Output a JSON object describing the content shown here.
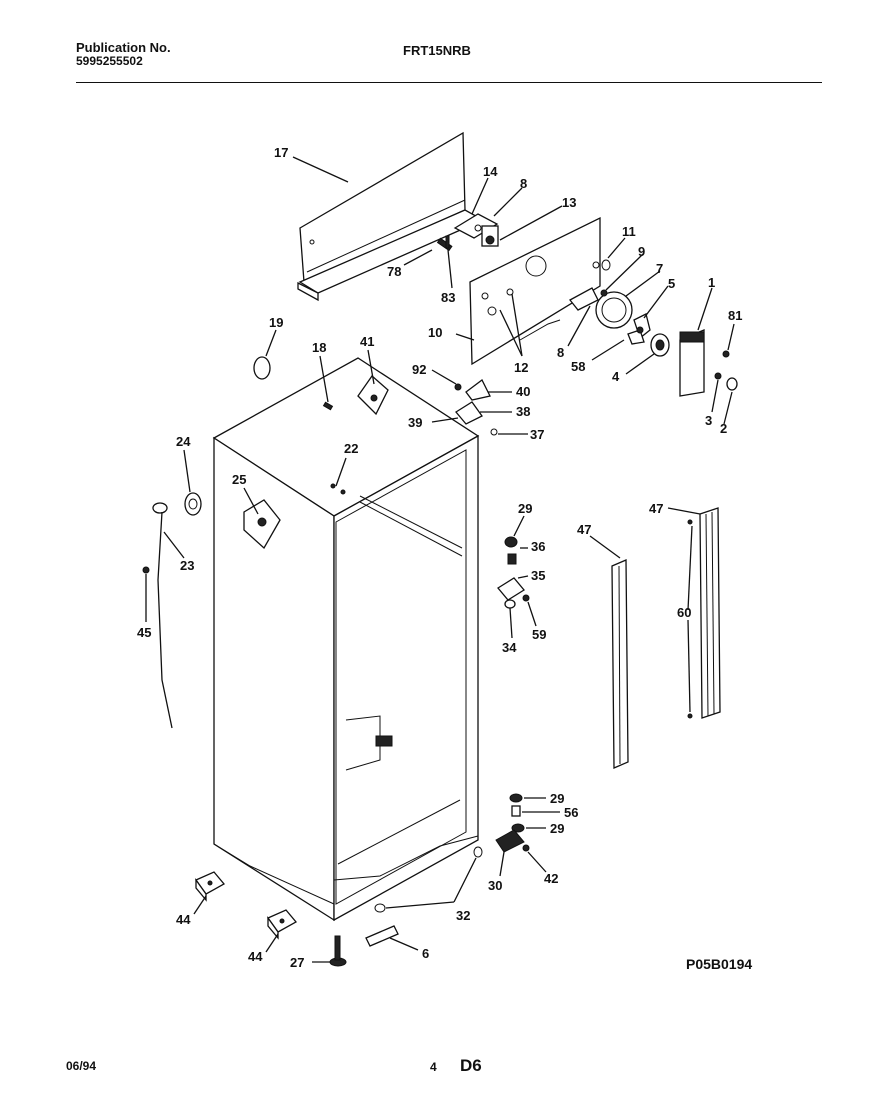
{
  "header": {
    "publication_label": "Publication No.",
    "publication_number": "5995255502",
    "model": "FRT15NRB"
  },
  "footer": {
    "date": "06/94",
    "page": "4",
    "section": "D6",
    "art_code": "P05B0194"
  },
  "callouts": {
    "c17": "17",
    "c14": "14",
    "c8a": "8",
    "c13": "13",
    "c11": "11",
    "c9": "9",
    "c7": "7",
    "c5": "5",
    "c1": "1",
    "c81": "81",
    "c78": "78",
    "c83": "83",
    "c10": "10",
    "c12": "12",
    "c8b": "8",
    "c58": "58",
    "c4": "4",
    "c3": "3",
    "c2": "2",
    "c19": "19",
    "c18": "18",
    "c41": "41",
    "c92": "92",
    "c40": "40",
    "c39": "39",
    "c38": "38",
    "c37": "37",
    "c24": "24",
    "c22": "22",
    "c25": "25",
    "c23": "23",
    "c45": "45",
    "c29a": "29",
    "c36": "36",
    "c35": "35",
    "c59": "59",
    "c34": "34",
    "c47a": "47",
    "c47b": "47",
    "c60": "60",
    "c29b": "29",
    "c56": "56",
    "c29c": "29",
    "c30": "30",
    "c42": "42",
    "c32": "32",
    "c44a": "44",
    "c44b": "44",
    "c27": "27",
    "c6": "6"
  }
}
